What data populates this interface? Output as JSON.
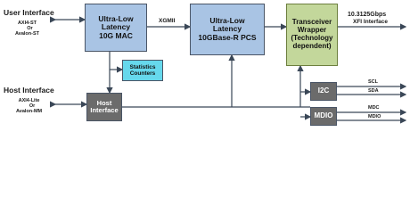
{
  "left": {
    "user_interface": {
      "title": "User Interface",
      "line1": "AXI4-ST",
      "line2": "Or",
      "line3": "Avalon-ST"
    },
    "host_interface": {
      "title": "Host Interface",
      "line1": "AXI4-Lite",
      "line2": "Or",
      "line3": "Avalon-MM"
    }
  },
  "blocks": {
    "mac": "Ultra-Low\nLatency\n10G MAC",
    "pcs": "Ultra-Low\nLatency\n10GBase-R PCS",
    "transceiver": "Transceiver\nWrapper\n(Technology\ndependent)",
    "stats": "Statistics\nCounters",
    "host": "Host\nInterface",
    "i2c": "I2C",
    "mdio": "MDIO"
  },
  "signals": {
    "xgmii": "XGMII",
    "xfi_rate": "10.3125Gbps",
    "xfi_name": "XFI Interface",
    "scl": "SCL",
    "sda": "SDA",
    "mdc": "MDC",
    "mdio": "MDIO"
  },
  "colors": {
    "blue_block": "#a9c4e4",
    "green_block": "#c3d79b",
    "cyan_block": "#66d8ec",
    "gray_block": "#6b6b6b",
    "line": "#3a4757"
  }
}
